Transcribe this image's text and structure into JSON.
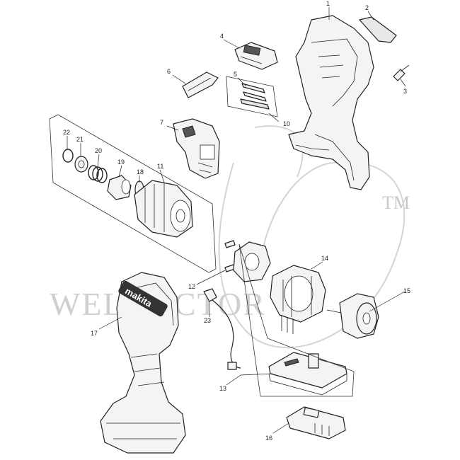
{
  "parts": [
    {
      "no": "1"
    },
    {
      "no": "2"
    },
    {
      "no": "3"
    },
    {
      "no": "4"
    },
    {
      "no": "5"
    },
    {
      "no": "6"
    },
    {
      "no": "7"
    },
    {
      "no": "10"
    },
    {
      "no": "11"
    },
    {
      "no": "12"
    },
    {
      "no": "13"
    },
    {
      "no": "14"
    },
    {
      "no": "15"
    },
    {
      "no": "16"
    },
    {
      "no": "17"
    },
    {
      "no": "18"
    },
    {
      "no": "19"
    },
    {
      "no": "20"
    },
    {
      "no": "21"
    },
    {
      "no": "22"
    },
    {
      "no": "23"
    }
  ],
  "watermark": {
    "text": "WELDOCTOR",
    "trademark": "TM"
  },
  "housing_logo": "makita",
  "colors": {
    "line": "#222222",
    "watermark": "#cfcfcf",
    "background": "#ffffff"
  }
}
